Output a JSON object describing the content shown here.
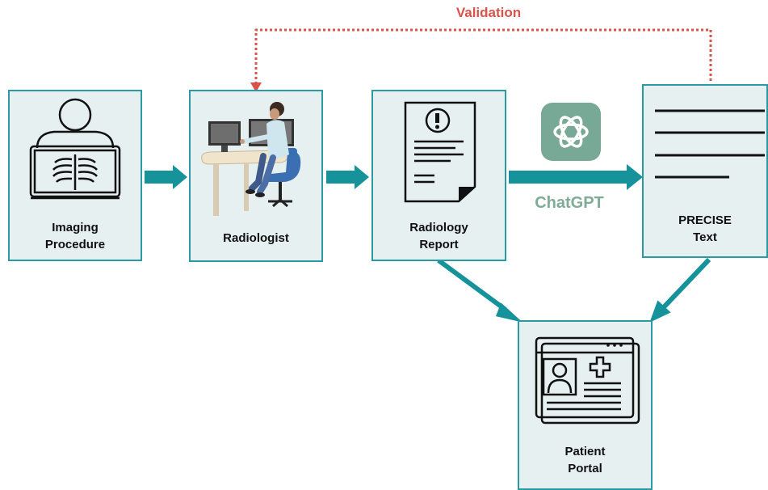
{
  "validation": {
    "label": "Validation",
    "color": "#d9534a"
  },
  "chatgpt": {
    "label": "ChatGPT",
    "icon": "openai-logo-icon",
    "color": "#78a896"
  },
  "colors": {
    "box_fill": "#e6f0f0",
    "box_border": "#2a9aa3",
    "arrow": "#16929b"
  },
  "nodes": {
    "imaging": {
      "line1": "Imaging",
      "line2": "Procedure",
      "icon": "xray-patient-icon"
    },
    "radiologist": {
      "line1": "Radiologist",
      "icon": "radiologist-at-desk-illustration"
    },
    "report": {
      "line1": "Radiology",
      "line2": "Report",
      "icon": "report-document-icon"
    },
    "precise": {
      "line1": "PRECISE",
      "line2": "Text",
      "icon": "text-lines-icon"
    },
    "portal": {
      "line1": "Patient",
      "line2": "Portal",
      "icon": "patient-portal-icon"
    }
  }
}
